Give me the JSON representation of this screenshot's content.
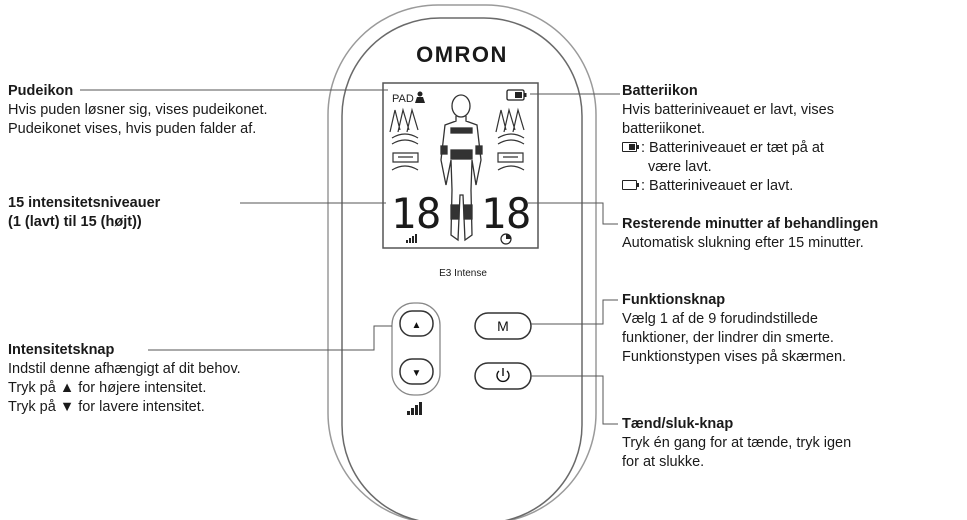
{
  "device": {
    "brand": "OMRON",
    "model": "E3 Intense",
    "pad_label": "PAD",
    "left_number": "18",
    "right_number": "18",
    "mode_button": "M",
    "power_icon": "power-icon",
    "up_arrow": "▲",
    "down_arrow": "▼",
    "intensity_icon": "signal-bars-icon"
  },
  "labels": {
    "pad": {
      "title": "Pudeikon",
      "lines": [
        "Hvis puden løsner sig, vises pudeikonet.",
        "Pudeikonet vises, hvis puden falder af."
      ]
    },
    "levels": {
      "lines": [
        "15 intensitetsniveauer",
        "(1 (lavt) til 15 (højt))"
      ]
    },
    "intensity": {
      "title": "Intensitetsknap",
      "lines": [
        "Indstil denne afhængigt af dit behov.",
        "Tryk på ▲ for højere intensitet.",
        "Tryk på ▼ for lavere intensitet."
      ]
    },
    "battery": {
      "title": "Batteriikon",
      "lines": [
        "Hvis batteriniveauet er lavt, vises",
        "batteriikonet."
      ],
      "item1_a": ": Batteriniveauet er tæt på at",
      "item1_b": "være lavt.",
      "item2": ": Batteriniveauet er lavt."
    },
    "remaining": {
      "title": "Resterende minutter af behandlingen",
      "lines": [
        "Automatisk slukning efter 15 minutter."
      ]
    },
    "function": {
      "title": "Funktionsknap",
      "lines": [
        "Vælg 1 af de 9 forudindstillede",
        "funktioner, der lindrer din smerte.",
        "Funktionstypen vises på skærmen."
      ]
    },
    "power": {
      "title": "Tænd/sluk-knap",
      "lines": [
        "Tryk én gang for at tænde, tryk igen",
        "for at slukke."
      ]
    }
  }
}
